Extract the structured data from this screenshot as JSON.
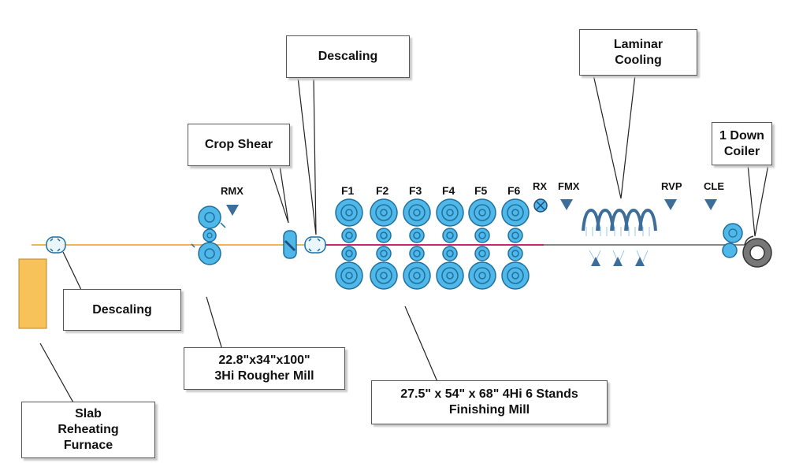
{
  "labels": {
    "descaling_top": "Descaling",
    "laminar_cooling": [
      "Laminar",
      "Cooling"
    ],
    "crop_shear": "Crop Shear",
    "down_coiler": [
      "1 Down",
      "Coiler"
    ],
    "descaling_bottom": "Descaling",
    "rougher_mill": [
      "22.8\"x34\"x100\"",
      "3Hi Rougher Mill"
    ],
    "finishing_mill": [
      "27.5\" x 54\" x 68\" 4Hi 6 Stands",
      "Finishing Mill"
    ],
    "furnace": [
      "Slab",
      "Reheating",
      "Furnace"
    ]
  },
  "tags": {
    "rmx": "RMX",
    "rx": "RX",
    "fmx": "FMX",
    "rvp": "RVP",
    "cle": "CLE"
  },
  "stands": [
    "F1",
    "F2",
    "F3",
    "F4",
    "F5",
    "F6"
  ],
  "colors": {
    "roll_fill": "#4fb8e8",
    "roll_stroke": "#1f6f9e",
    "strip_orange": "#f2b25a",
    "strip_magenta": "#cc2277",
    "strip_gray": "#888888",
    "furnace": "#f7c25a",
    "triangle": "#3d6e9a",
    "coiler": "#777777"
  }
}
